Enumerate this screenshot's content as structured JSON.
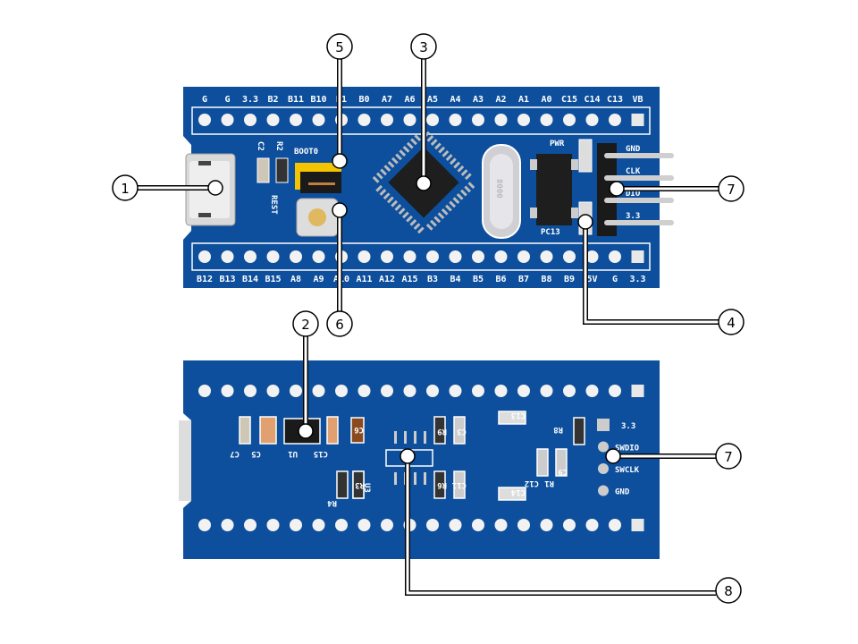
{
  "top_board": {
    "top_pins": [
      "G",
      "G",
      "3.3",
      "B2",
      "B11",
      "B10",
      "B1",
      "B0",
      "A7",
      "A6",
      "A5",
      "A4",
      "A3",
      "A2",
      "A1",
      "A0",
      "C15",
      "C14",
      "C13",
      "VB"
    ],
    "bottom_pins": [
      "B12",
      "B13",
      "B14",
      "B15",
      "A8",
      "A9",
      "A10",
      "A11",
      "A12",
      "A15",
      "B3",
      "B4",
      "B5",
      "B6",
      "B7",
      "B8",
      "B9",
      "5V",
      "G",
      "3.3"
    ],
    "silk": {
      "c2": "C2",
      "r2": "R2",
      "boot0": "BOOT0",
      "reset": "REST",
      "pwr": "PWR",
      "pc13": "PC13",
      "crystal": "8000"
    },
    "header_labels": [
      "GND",
      "CLK",
      "DIO",
      "3.3"
    ]
  },
  "bottom_board": {
    "silk": [
      "C7",
      "C5",
      "U1",
      "C15",
      "C6",
      "R9",
      "C3",
      "C13",
      "U3",
      "R4",
      "R3",
      "R6",
      "C11",
      "C14",
      "C12",
      "C9",
      "R1",
      "R8"
    ],
    "header_labels": [
      "3.3",
      "SWDIO",
      "SWCLK",
      "GND"
    ]
  },
  "callouts": [
    "1",
    "2",
    "3",
    "4",
    "5",
    "6",
    "7",
    "7",
    "8"
  ],
  "colors": {
    "pcb": "#0d4f9c",
    "pcb_edge": "#2a6ab8",
    "silk": "#ffffff",
    "pad": "#e8e8e8"
  }
}
